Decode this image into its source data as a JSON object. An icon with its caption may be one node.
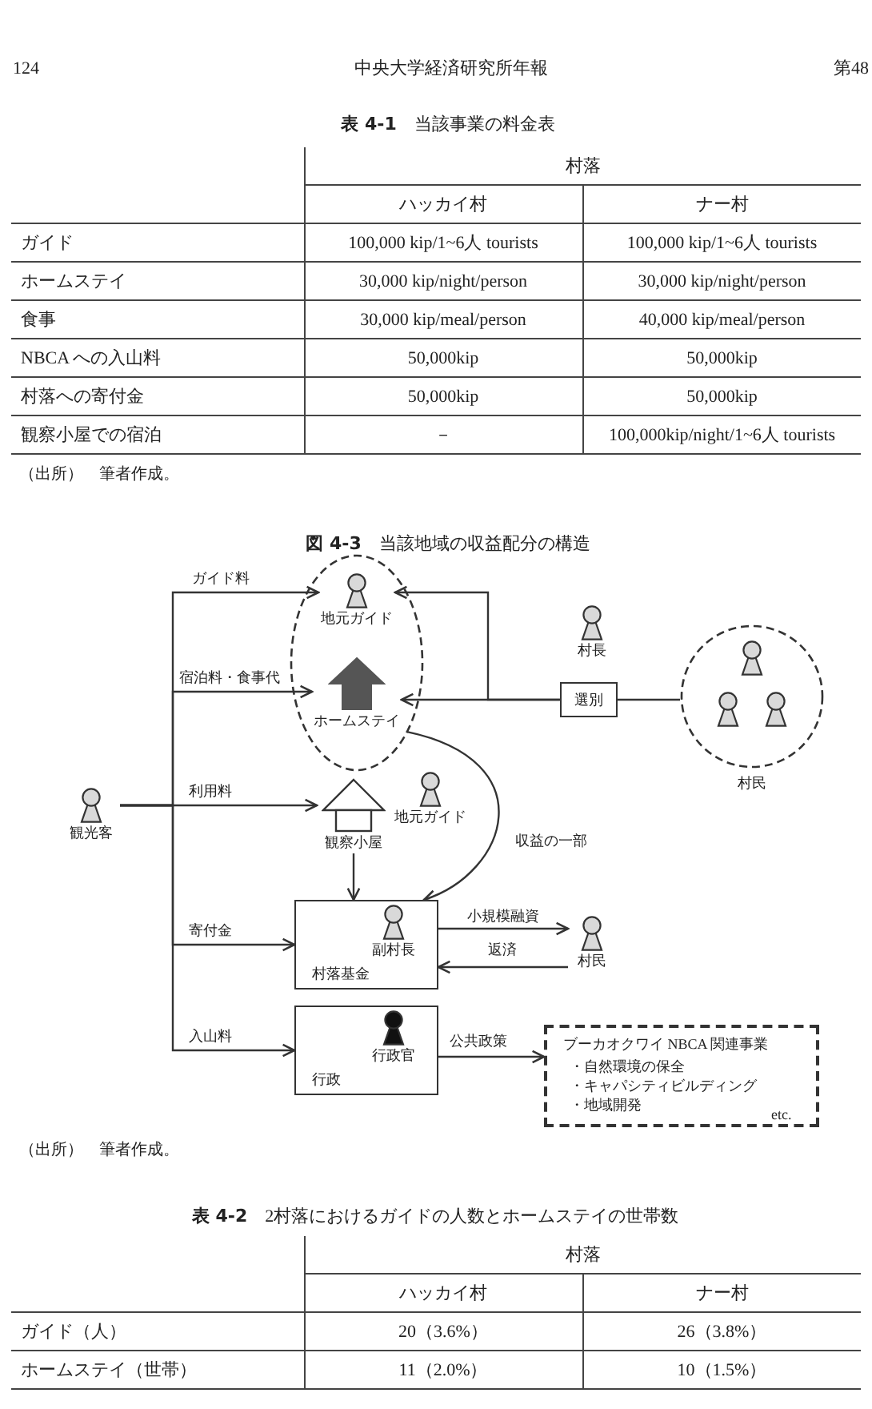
{
  "diagram": {
    "title": "**図 4-3**　当該地域の収益配分の構造",
    "caption": "（出所）　筆者作成。",
    "nodes": [
      {
        "text": [],
        "shape": "ellipse"
      },
      {
        "text": [
          "地元ガイド"
        ],
        "in": 0
      },
      {
        "text": [
          "ホームステイ"
        ],
        "in": 0
      },
      {
        "text": [
          "村長"
        ]
      },
      {
        "text": [
          "選別"
        ]
      },
      {
        "text": [
          "村民"
        ]
      },
      {
        "text": [],
        "shape": "person",
        "in": 5
      },
      {
        "text": [],
        "shape": "person",
        "in": 5
      },
      {
        "text": [],
        "shape": "person",
        "in": 5
      },
      {
        "text": [
          "観光客"
        ]
      },
      {
        "text": [
          "観察小屋"
        ]
      },
      {
        "text": [
          "地元ガイド"
        ]
      },
      {
        "text": [
          "村落基金"
        ]
      },
      {
        "text": [
          "副村長"
        ],
        "in": 12
      },
      {
        "text": [
          "村民"
        ]
      },
      {
        "text": [
          "行政"
        ]
      },
      {
        "text": [
          "行政官"
        ],
        "in": 15
      },
      {
        "text": [
          "ブーカオクワイ NBCA 関連事業",
          "・自然環境の保全",
          "・キャパシティビルディング",
          "・地域開発",
          "etc."
        ]
      }
    ],
    "edges": [
      {
        "from": 9,
        "to": 1,
        "arrow": "to",
        "label": "ガイド料"
      },
      {
        "from": 9,
        "to": 2,
        "arrow": "to",
        "label": "宿泊料・食事代"
      },
      {
        "from": 9,
        "to": 10,
        "arrow": "to",
        "label": "利用料"
      },
      {
        "from": 9,
        "to": 12,
        "arrow": "to",
        "label": "寄付金"
      },
      {
        "from": 9,
        "to": 15,
        "arrow": "to",
        "label": "入山料"
      },
      {
        "from": 4,
        "to": 1,
        "arrow": "to"
      },
      {
        "from": 4,
        "to": 2,
        "arrow": "to"
      },
      {
        "from": 5,
        "to": 4,
        "arrow": "none"
      },
      {
        "from": 10,
        "to": 12,
        "arrow": "to"
      },
      {
        "from": 0,
        "to": 12,
        "arrow": "to",
        "label": "収益の一部"
      },
      {
        "from": 12,
        "to": 14,
        "arrow": "to",
        "label": "小規模融資"
      },
      {
        "from": 14,
        "to": 12,
        "arrow": "to",
        "label": "返済"
      },
      {
        "from": 15,
        "to": 17,
        "arrow": "to",
        "label": "公共政策"
      }
    ],
    "labels": [
      "124",
      "中央大学経済研究所年報",
      "第48",
      "**表 4-1**　当該事業の料金表",
      "村落",
      "ハッカイ村",
      "ナー村",
      "ガイド",
      "100,000 kip/1~6人 tourists",
      "100,000 kip/1~6人 tourists",
      "ホームステイ",
      "30,000 kip/night/person",
      "30,000 kip/night/person",
      "食事",
      "30,000 kip/meal/person",
      "40,000 kip/meal/person",
      "NBCA への入山料",
      "50,000kip",
      "50,000kip",
      "村落への寄付金",
      "50,000kip",
      "50,000kip",
      "観察小屋での宿泊",
      "－",
      "100,000kip/night/1~6人 tourists",
      "（出所）　筆者作成。",
      "**表 4-2**　2村落におけるガイドの人数とホームステイの世帯数",
      "村落",
      "ハッカイ村",
      "ナー村",
      "ガイド（人）",
      "20（3.6%）",
      "26（3.8%）",
      "ホームステイ（世帯）",
      "11（2.0%）",
      "10（1.5%）"
    ]
  }
}
